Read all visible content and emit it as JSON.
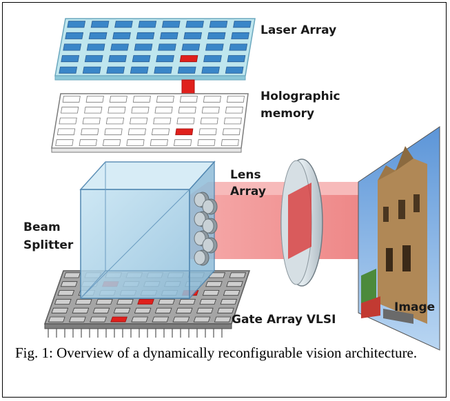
{
  "figure": {
    "labels": {
      "laser_array": "Laser Array",
      "holographic_line1": "Holographic",
      "holographic_line2": "memory",
      "lens_array_line1": "Lens",
      "lens_array_line2": "Array",
      "beam_line1": "Beam",
      "beam_line2": "Splitter",
      "image": "Image",
      "gate_array": "Gate Array VLSI"
    },
    "caption": "Fig. 1: Overview of a dynamically reconfigurable vision architecture.",
    "colors": {
      "laser_fill": "#bfe6ee",
      "laser_cell": "#3a86c8",
      "active_cell": "#e0201c",
      "beam": "#f08a8a",
      "cube": "#a9cfe6",
      "gate_fill": "#9a9a9a",
      "sky": "#7fb3e6",
      "cathedral": "#b08856"
    }
  }
}
